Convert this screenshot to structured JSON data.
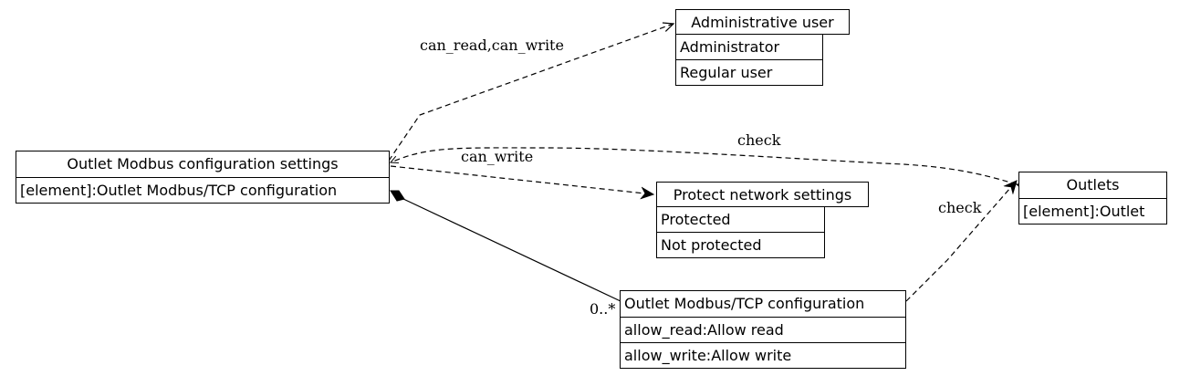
{
  "nodes": {
    "outlet_modbus_settings": {
      "title": "Outlet Modbus configuration settings",
      "rows": [
        "[element]:Outlet Modbus/TCP configuration"
      ]
    },
    "admin_user": {
      "title": "Administrative user",
      "rows": [
        "Administrator",
        "Regular user"
      ]
    },
    "protect_network": {
      "title": "Protect network settings",
      "rows": [
        "Protected",
        "Not protected"
      ]
    },
    "outlets": {
      "title": "Outlets",
      "rows": [
        "[element]:Outlet"
      ]
    },
    "modbus_tcp_config": {
      "title": "Outlet Modbus/TCP configuration",
      "rows": [
        "allow_read:Allow read",
        "allow_write:Allow write"
      ]
    }
  },
  "edges": {
    "settings_to_admin": "can_read,can_write",
    "settings_to_outlets": "check",
    "settings_to_protect": "can_write",
    "config_to_outlets": "check",
    "composition_multiplicity": "0..*"
  }
}
